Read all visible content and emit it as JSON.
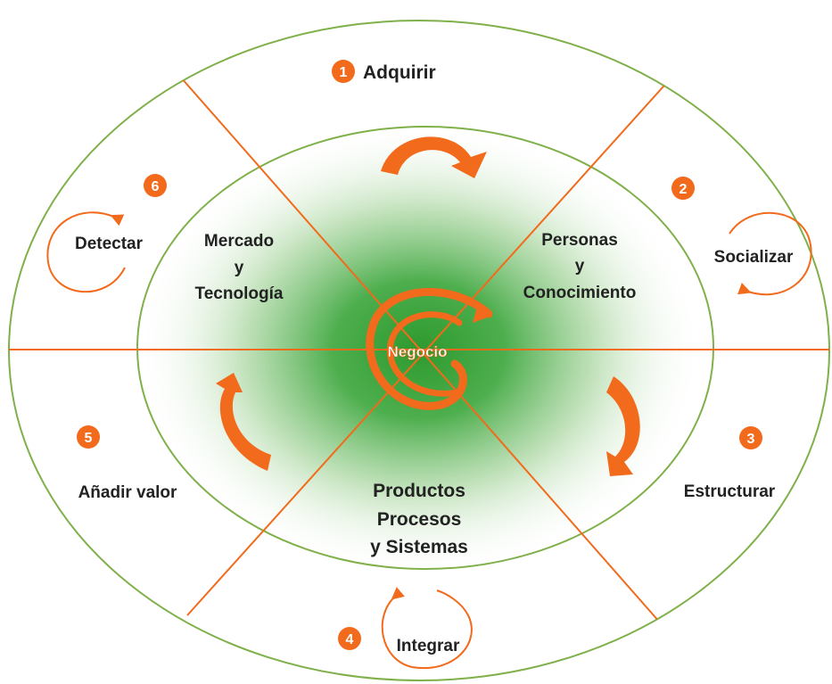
{
  "colors": {
    "orange": "#F26A1B",
    "ring_line": "#7FB04A",
    "center_glow": "#2E9A2E",
    "text": "#222222"
  },
  "center": {
    "label": "Negocio"
  },
  "steps": [
    {
      "number": "1",
      "label": "Adquirir"
    },
    {
      "number": "2",
      "label": "Socializar"
    },
    {
      "number": "3",
      "label": "Estructurar"
    },
    {
      "number": "4",
      "label": "Integrar"
    },
    {
      "number": "5",
      "label": "Añadir valor"
    },
    {
      "number": "6",
      "label": "Detectar"
    }
  ],
  "quadrants": {
    "top_left": [
      "Mercado",
      "y",
      "Tecnología"
    ],
    "top_right": [
      "Personas",
      "y",
      "Conocimiento"
    ],
    "bottom": [
      "Productos",
      "Procesos",
      "y Sistemas"
    ]
  }
}
